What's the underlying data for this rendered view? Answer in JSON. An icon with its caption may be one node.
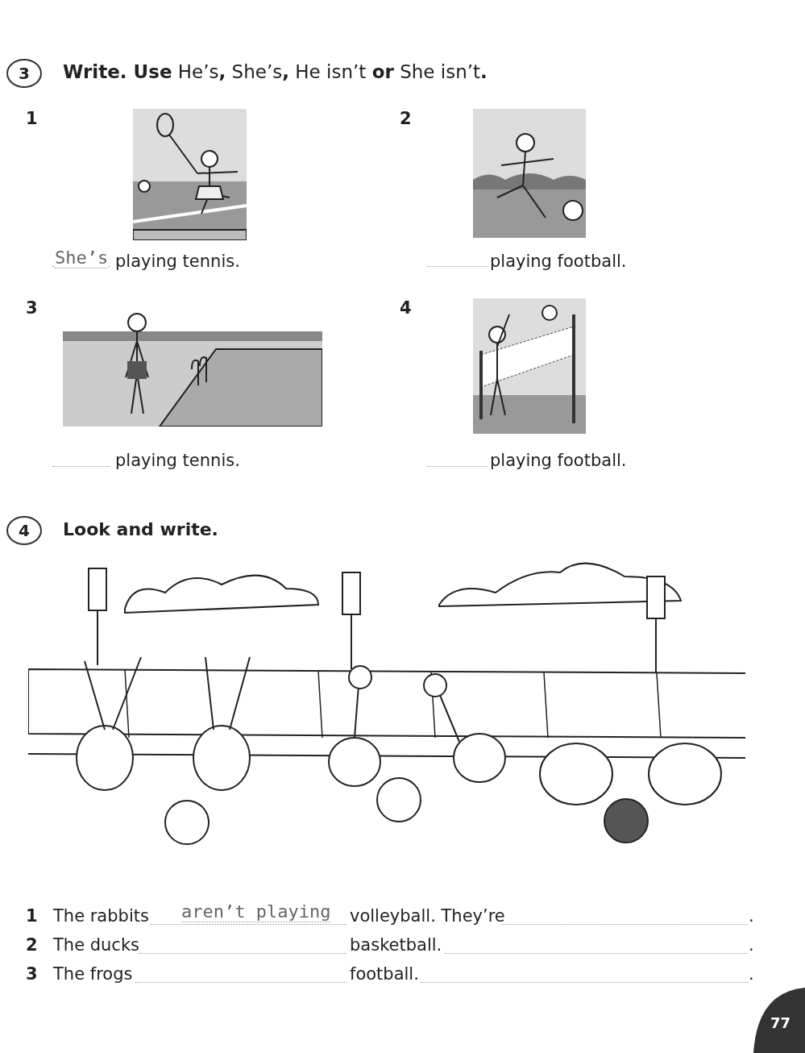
{
  "diagram": {
    "labels": [
      "3",
      "**Write. Use** He’s**,** She’s**,** He isn’t **or** She isn’t**.**",
      "1",
      "2",
      "She’s",
      "playing tennis.",
      "playing football.",
      "3",
      "4",
      "playing tennis.",
      "playing football.",
      "4",
      "Look and write.",
      "1",
      "The rabbits",
      "aren’t playing",
      "volleyball. They’re",
      ".",
      "2",
      "The ducks",
      "basketball.",
      ".",
      "3",
      "The frogs",
      "football.",
      ".",
      "77"
    ]
  }
}
